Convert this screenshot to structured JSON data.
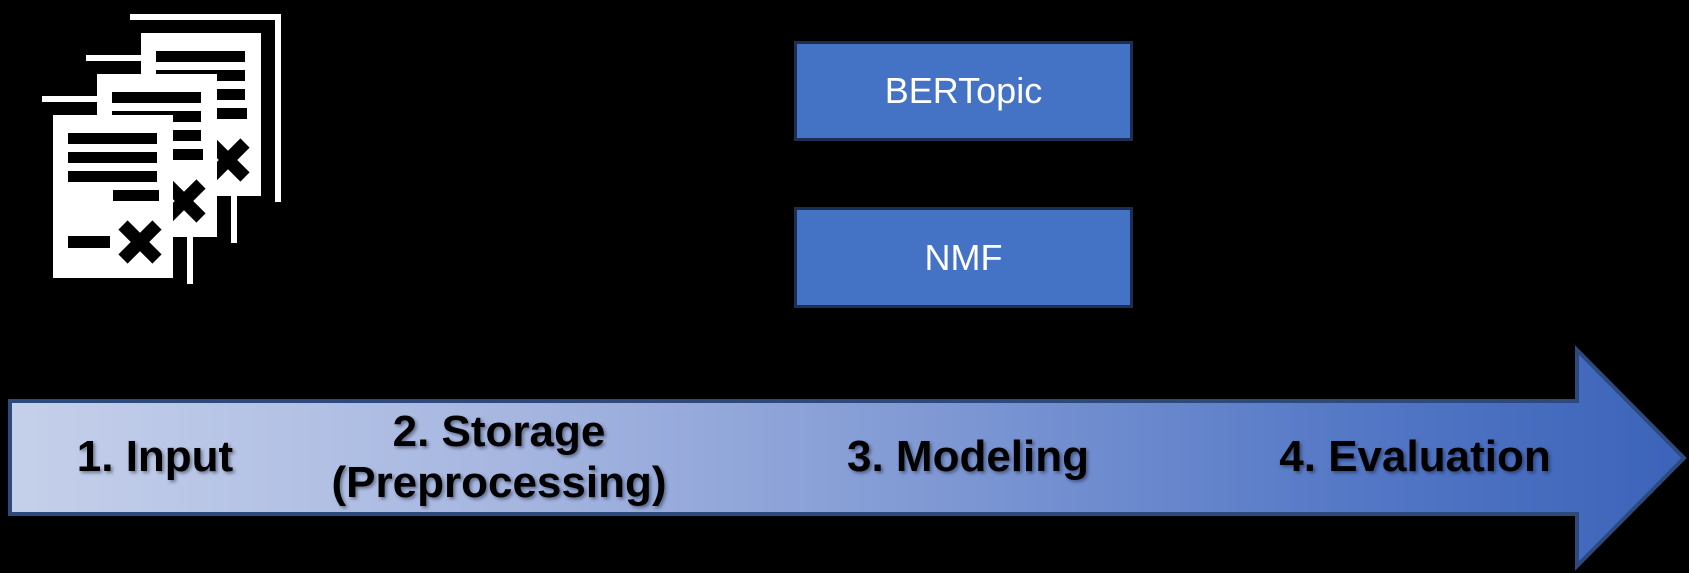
{
  "figure": {
    "type": "pipeline-diagram",
    "background_color": "#000000"
  },
  "icons": {
    "documents": "document-stack-icon"
  },
  "models": {
    "items": [
      {
        "label": "BERTopic"
      },
      {
        "label": "NMF"
      }
    ],
    "fill_color": "#4472C4",
    "border_color": "#1D2E52",
    "text_color": "#FFFFFF"
  },
  "pipeline": {
    "stages": [
      {
        "label": "1. Input"
      },
      {
        "label": "2. Storage\n(Preprocessing)"
      },
      {
        "label": "3. Modeling"
      },
      {
        "label": "4. Evaluation"
      }
    ],
    "arrow": {
      "gradient_start_color": "#C5D0EA",
      "gradient_end_color": "#3B63B9",
      "border_color": "#2E4A7C",
      "label_text_color": "#000000"
    }
  }
}
